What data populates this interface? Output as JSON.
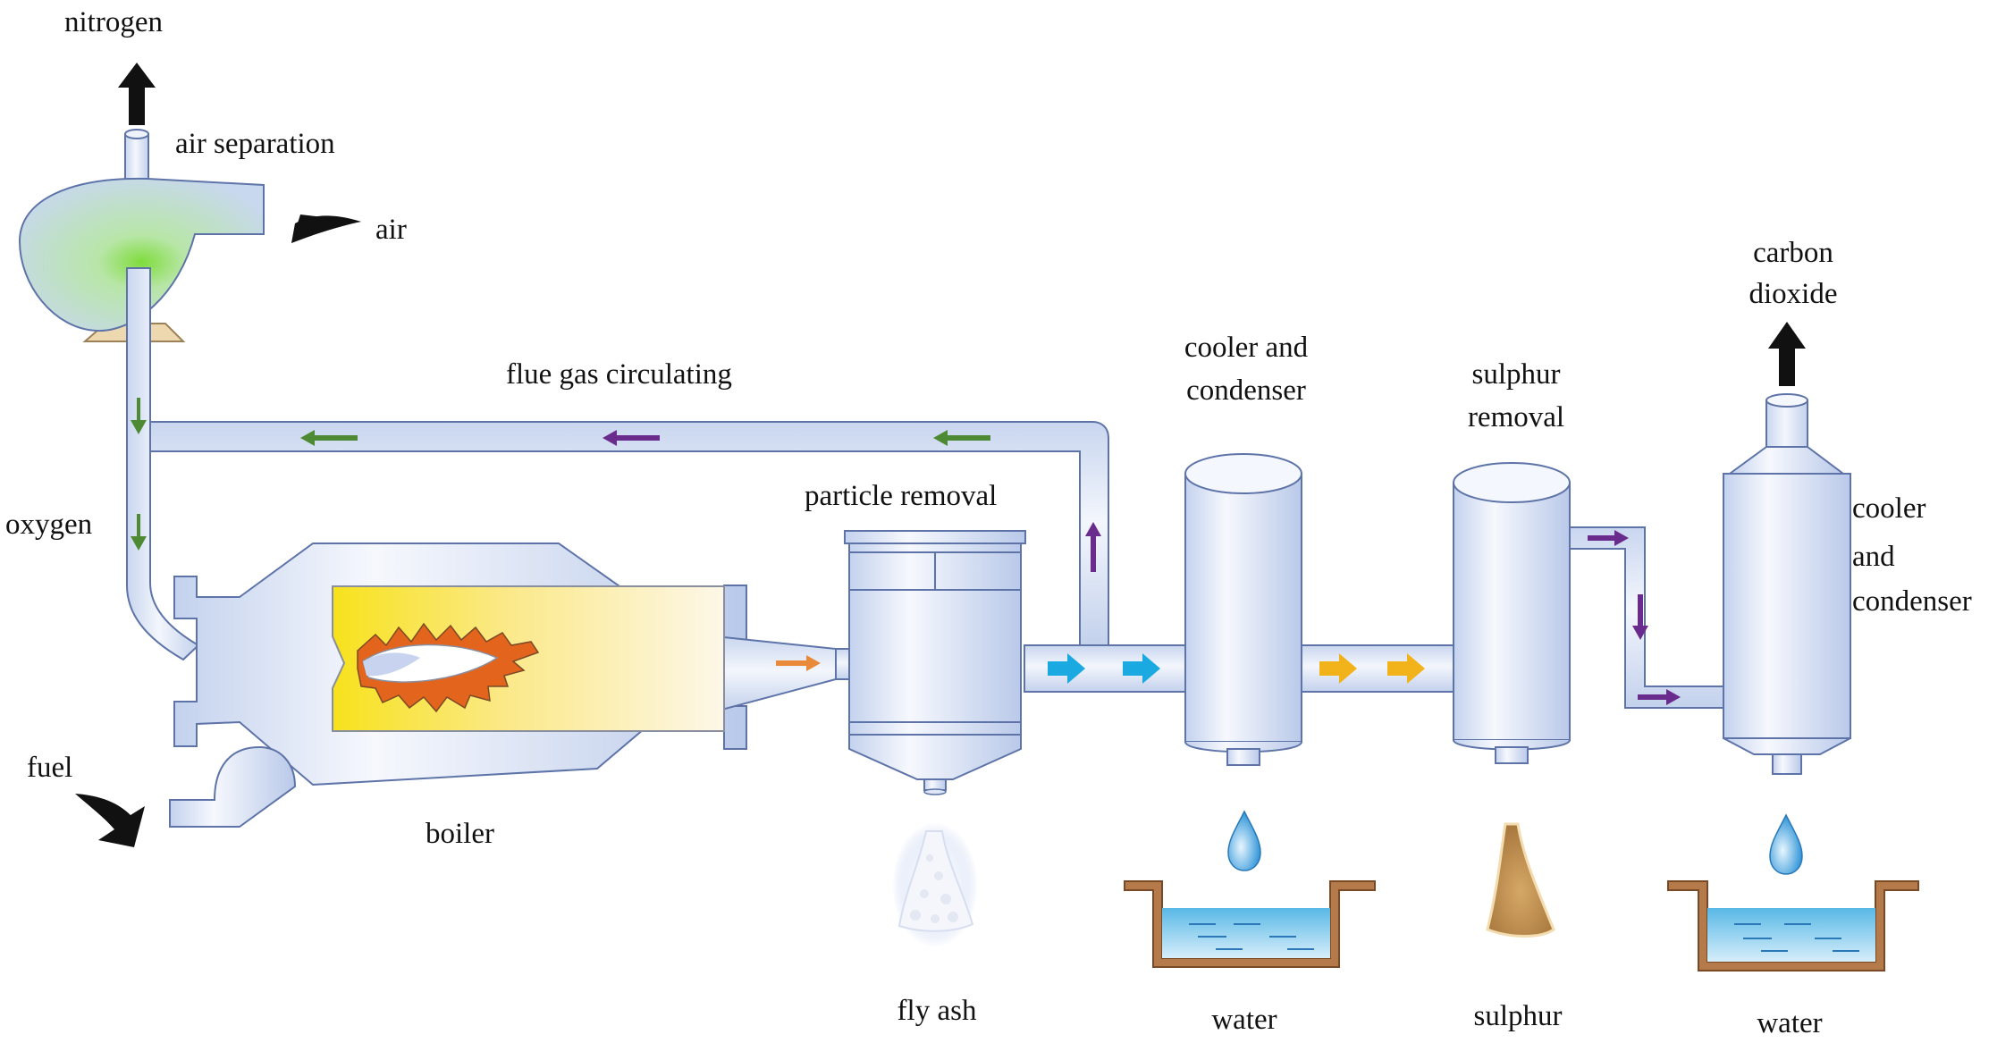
{
  "labels": {
    "nitrogen": "nitrogen",
    "air_separation": "air separation",
    "air": "air",
    "flue_gas": "flue gas circulating",
    "oxygen": "oxygen",
    "particle_removal": "particle removal",
    "cooler1_line1": "cooler and",
    "cooler1_line2": "condenser",
    "sulphur_removal_line1": "sulphur",
    "sulphur_removal_line2": "removal",
    "carbon_line1": "carbon",
    "carbon_line2": "dioxide",
    "cooler2_line1": "cooler",
    "cooler2_line2": "and",
    "cooler2_line3": "condenser",
    "fuel": "fuel",
    "boiler": "boiler",
    "fly_ash": "fly ash",
    "water1": "water",
    "sulphur": "sulphur",
    "water2": "water"
  },
  "colors": {
    "pipe_fill": "#e6ecf8",
    "pipe_stroke": "#5e74a8",
    "arrow_green": "#4e8a34",
    "arrow_purple": "#6a2c8c",
    "arrow_cyan": "#1aa9e0",
    "arrow_orange": "#e98a3a",
    "arrow_yellow": "#f2b21a",
    "flame_yellow": "#f7e21c",
    "flame_orange": "#e3641d",
    "basin_brown": "#b57a4a",
    "water_blue": "#59b8e6"
  }
}
